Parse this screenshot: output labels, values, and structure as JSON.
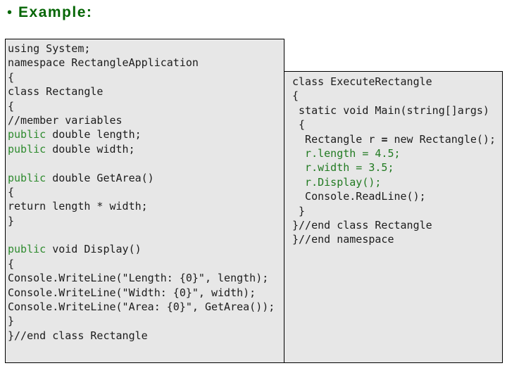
{
  "title": {
    "bullet": "•",
    "text": "Example:"
  },
  "colors": {
    "title_green": "#056605",
    "keyword_green": "#2e8b2e",
    "statement_green": "#217a21",
    "code_ink": "#1c1c1c",
    "box_background": "#e7e7e7",
    "box_border": "#000000",
    "slide_background": "#ffffff"
  },
  "left_code": {
    "lines": [
      [
        {
          "t": "using System;",
          "c": "p"
        }
      ],
      [
        {
          "t": "namespace RectangleApplication",
          "c": "p"
        }
      ],
      [
        {
          "t": "{",
          "c": "p"
        }
      ],
      [
        {
          "t": "class Rectangle",
          "c": "p"
        }
      ],
      [
        {
          "t": "{",
          "c": "p"
        }
      ],
      [
        {
          "t": "//member variables",
          "c": "p"
        }
      ],
      [
        {
          "t": "public",
          "c": "k"
        },
        {
          "t": " double length;",
          "c": "p"
        }
      ],
      [
        {
          "t": "public",
          "c": "k"
        },
        {
          "t": " double width;",
          "c": "p"
        }
      ],
      [],
      [
        {
          "t": "public",
          "c": "k"
        },
        {
          "t": " double GetArea()",
          "c": "p"
        }
      ],
      [
        {
          "t": "{",
          "c": "p"
        }
      ],
      [
        {
          "t": "return length * width;",
          "c": "p"
        }
      ],
      [
        {
          "t": "}",
          "c": "p"
        }
      ],
      [],
      [
        {
          "t": "public",
          "c": "k"
        },
        {
          "t": " void Display()",
          "c": "p"
        }
      ],
      [
        {
          "t": "{",
          "c": "p"
        }
      ],
      [
        {
          "t": "Console.WriteLine(\"Length: {0}\", length);",
          "c": "p"
        }
      ],
      [
        {
          "t": "Console.WriteLine(\"Width: {0}\", width);",
          "c": "p"
        }
      ],
      [
        {
          "t": "Console.WriteLine(\"Area: {0}\", GetArea());",
          "c": "p"
        }
      ],
      [
        {
          "t": "}",
          "c": "p"
        }
      ],
      [
        {
          "t": "}//end class Rectangle",
          "c": "p"
        }
      ]
    ]
  },
  "right_code": {
    "lines": [
      [
        {
          "t": "class ExecuteRectangle",
          "c": "p"
        }
      ],
      [
        {
          "t": "{",
          "c": "p"
        }
      ],
      [
        {
          "t": " static void Main(string[]args)",
          "c": "p"
        }
      ],
      [
        {
          "t": " {",
          "c": "p"
        }
      ],
      [
        {
          "t": "  Rectangle r ",
          "c": "p"
        },
        {
          "t": "=",
          "c": "b"
        },
        {
          "t": " new Rectangle();",
          "c": "p"
        }
      ],
      [
        {
          "t": "  r.length = 4.5;",
          "c": "g"
        }
      ],
      [
        {
          "t": "  r.width = 3.5;",
          "c": "g"
        }
      ],
      [
        {
          "t": "  r.Display();",
          "c": "g"
        }
      ],
      [
        {
          "t": "  Console.ReadLine();",
          "c": "p"
        }
      ],
      [
        {
          "t": " }",
          "c": "p"
        }
      ],
      [
        {
          "t": "}//end class Rectangle",
          "c": "p"
        }
      ],
      [
        {
          "t": "}//end namespace",
          "c": "p"
        }
      ]
    ]
  }
}
